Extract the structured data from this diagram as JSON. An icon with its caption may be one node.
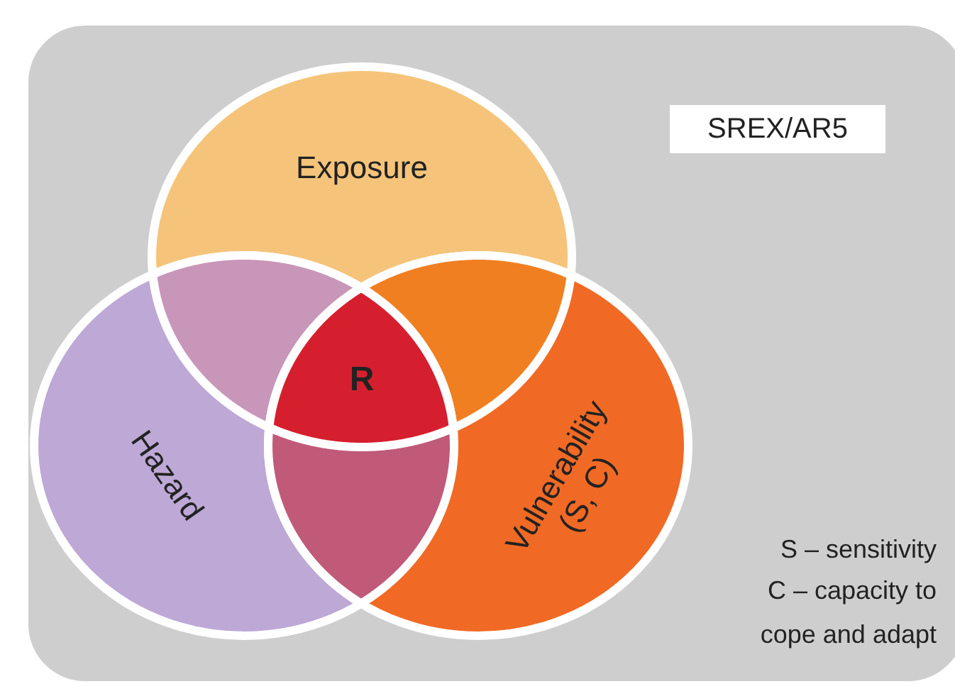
{
  "diagram": {
    "nodes": [
      {
        "text": [
          "Exposure"
        ]
      },
      {
        "text": [
          "Hazard"
        ]
      },
      {
        "text": [
          "Vulnerability (S, C)"
        ]
      },
      {
        "text": [
          "R"
        ]
      },
      {
        "text": [
          "SREX/AR5"
        ]
      }
    ],
    "labels": [
      "S – sensitivity",
      "C – capacity to cope and adapt"
    ]
  }
}
